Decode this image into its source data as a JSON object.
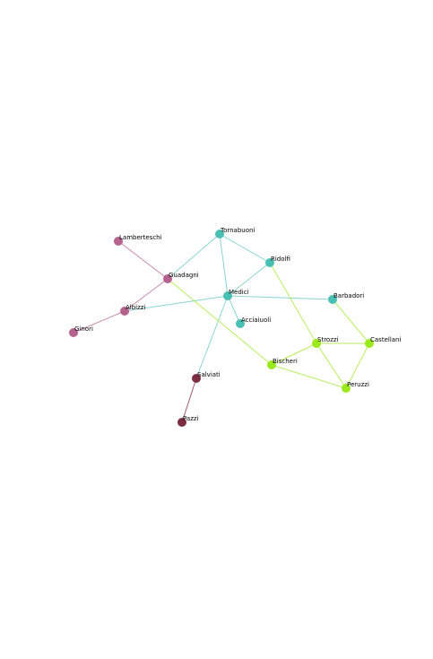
{
  "graph": {
    "nodes": [
      {
        "id": "Lamberteschi",
        "label": "Lamberteschi",
        "group": "pink"
      },
      {
        "id": "Guadagni",
        "label": "Guadagni",
        "group": "pink"
      },
      {
        "id": "Albizzi",
        "label": "Albizzi",
        "group": "pink"
      },
      {
        "id": "Ginori",
        "label": "Ginori",
        "group": "pink"
      },
      {
        "id": "Tornabuoni",
        "label": "Tornabuoni",
        "group": "teal"
      },
      {
        "id": "Ridolfi",
        "label": "Ridolfi",
        "group": "teal"
      },
      {
        "id": "Medici",
        "label": "Medici",
        "group": "teal"
      },
      {
        "id": "Acciaiuoli",
        "label": "Acciaiuoli",
        "group": "teal"
      },
      {
        "id": "Barbadori",
        "label": "Barbadori",
        "group": "teal"
      },
      {
        "id": "Strozzi",
        "label": "Strozzi",
        "group": "lime"
      },
      {
        "id": "Castellani",
        "label": "Castellani",
        "group": "lime"
      },
      {
        "id": "Bischeri",
        "label": "Bischeri",
        "group": "lime"
      },
      {
        "id": "Peruzzi",
        "label": "Peruzzi",
        "group": "lime"
      },
      {
        "id": "Salviati",
        "label": "Salviati",
        "group": "maroon"
      },
      {
        "id": "Pazzi",
        "label": "Pazzi",
        "group": "maroon"
      }
    ],
    "edges": [
      {
        "source": "Lamberteschi",
        "target": "Guadagni",
        "group": "pink"
      },
      {
        "source": "Guadagni",
        "target": "Albizzi",
        "group": "pink"
      },
      {
        "source": "Albizzi",
        "target": "Ginori",
        "group": "pink"
      },
      {
        "source": "Guadagni",
        "target": "Tornabuoni",
        "group": "teal"
      },
      {
        "source": "Albizzi",
        "target": "Medici",
        "group": "teal"
      },
      {
        "source": "Tornabuoni",
        "target": "Ridolfi",
        "group": "teal"
      },
      {
        "source": "Tornabuoni",
        "target": "Medici",
        "group": "teal"
      },
      {
        "source": "Ridolfi",
        "target": "Medici",
        "group": "teal"
      },
      {
        "source": "Medici",
        "target": "Acciaiuoli",
        "group": "teal"
      },
      {
        "source": "Medici",
        "target": "Barbadori",
        "group": "teal"
      },
      {
        "source": "Medici",
        "target": "Salviati",
        "group": "teal"
      },
      {
        "source": "Guadagni",
        "target": "Bischeri",
        "group": "lime"
      },
      {
        "source": "Ridolfi",
        "target": "Strozzi",
        "group": "lime"
      },
      {
        "source": "Barbadori",
        "target": "Castellani",
        "group": "lime"
      },
      {
        "source": "Strozzi",
        "target": "Castellani",
        "group": "lime"
      },
      {
        "source": "Strozzi",
        "target": "Bischeri",
        "group": "lime"
      },
      {
        "source": "Strozzi",
        "target": "Peruzzi",
        "group": "lime"
      },
      {
        "source": "Castellani",
        "target": "Peruzzi",
        "group": "lime"
      },
      {
        "source": "Bischeri",
        "target": "Peruzzi",
        "group": "lime"
      },
      {
        "source": "Salviati",
        "target": "Pazzi",
        "group": "maroon"
      }
    ]
  },
  "colors": {
    "pink": {
      "node": "#b5628f",
      "edge": "#c98aab"
    },
    "teal": {
      "node": "#48c1b4",
      "edge": "#8ad6cf"
    },
    "lime": {
      "node": "#9be81c",
      "edge": "#b6ee5c"
    },
    "maroon": {
      "node": "#7b2d43",
      "edge": "#9d5a6c"
    },
    "label": "#000000",
    "background": "#ffffff"
  }
}
